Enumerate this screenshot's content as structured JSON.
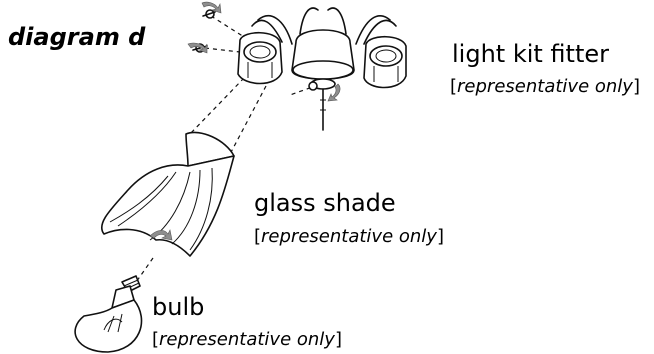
{
  "diagram": {
    "title": "diagram d",
    "labels": {
      "fitter": {
        "main": "light kit fitter",
        "note": "representative only"
      },
      "shade": {
        "main": "glass shade",
        "note": "representative only"
      },
      "bulb": {
        "main": "bulb",
        "note": "representative only"
      }
    }
  }
}
